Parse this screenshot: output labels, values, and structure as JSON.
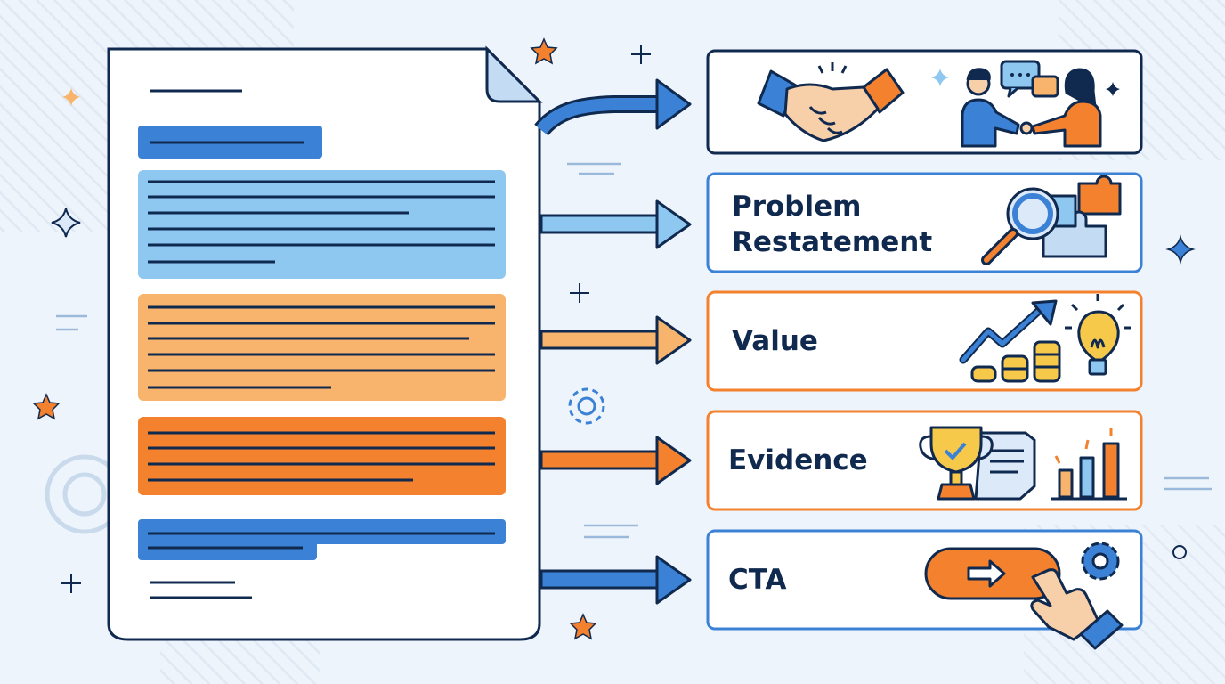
{
  "colors": {
    "navy": "#10294f",
    "blue": "#3b82d6",
    "light_blue": "#8ec8f1",
    "light_orange": "#f8b46c",
    "orange": "#f3812e",
    "background": "#eef4fb"
  },
  "document": {
    "icon": "document-icon",
    "sections": [
      "greeting",
      "problem",
      "value",
      "evidence",
      "cta"
    ]
  },
  "cards": [
    {
      "id": "greeting",
      "label": "",
      "icon": "handshake-icon",
      "secondary_icon": "people-meeting-icon",
      "border": "#10294f"
    },
    {
      "id": "problem",
      "label": "Problem Restatement",
      "icon": "magnifier-puzzle-icon",
      "border": "#3b82d6"
    },
    {
      "id": "value",
      "label": "Value",
      "icon": "growth-coins-icon",
      "secondary_icon": "lightbulb-icon",
      "border": "#f3812e"
    },
    {
      "id": "evidence",
      "label": "Evidence",
      "icon": "trophy-icon",
      "secondary_icon": "bar-chart-icon",
      "border": "#f3812e"
    },
    {
      "id": "cta",
      "label": "CTA",
      "icon": "pointer-button-icon",
      "secondary_icon": "gear-icon",
      "border": "#3b82d6"
    }
  ]
}
